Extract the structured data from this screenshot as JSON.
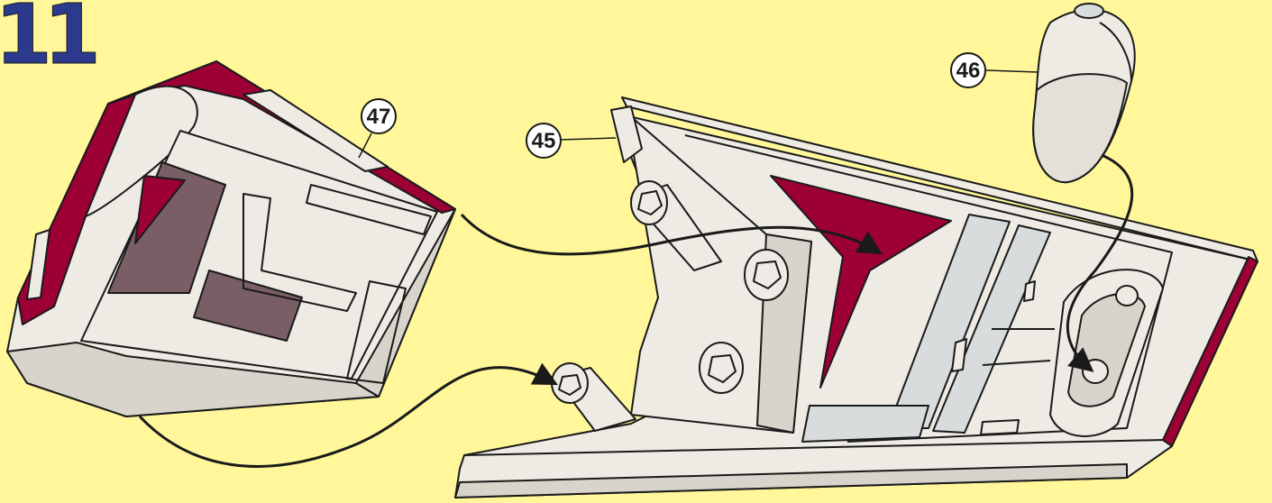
{
  "step": {
    "number": "11"
  },
  "callouts": [
    {
      "id": "45",
      "label": "45"
    },
    {
      "id": "46",
      "label": "46"
    },
    {
      "id": "47",
      "label": "47"
    }
  ],
  "colors": {
    "background": "#FFF799",
    "step_number": "#2B3A8C",
    "part_body": "#EEEAE4",
    "part_shadow": "#D9D4CB",
    "accent_red": "#9C0034",
    "window_tint": "#7A5E66",
    "light_blue_panel": "#D8DCDC",
    "outline": "#1A1A1A"
  },
  "icons": {
    "assembly_arrow": "curved-arrow-icon"
  }
}
